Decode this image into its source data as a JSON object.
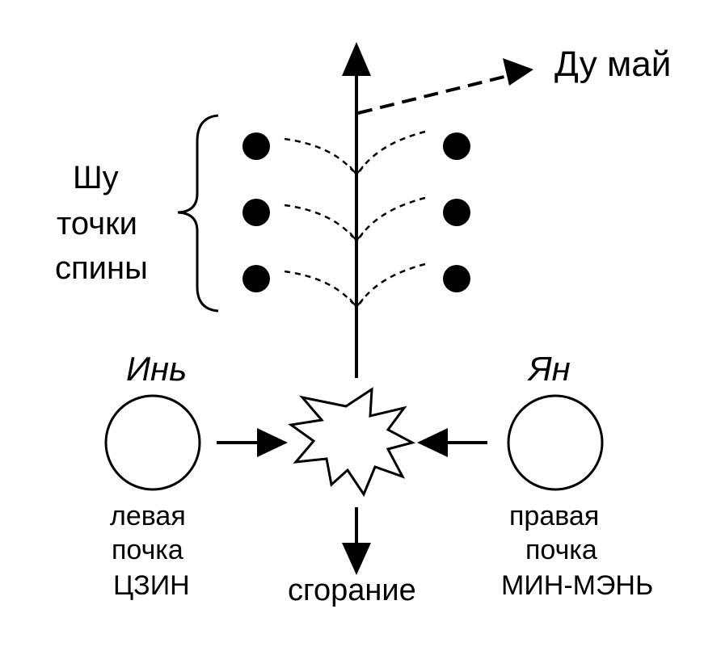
{
  "colors": {
    "ink": "#000000",
    "background": "#ffffff"
  },
  "labels": {
    "du_mai": "Ду май",
    "shu_line1": "Шу",
    "shu_line2": "точки",
    "shu_line3": "спины",
    "yin": "Инь",
    "yang": "Ян",
    "left_kidney_line1": "левая",
    "left_kidney_line2": "почка",
    "left_kidney_line3": "ЦЗИН",
    "right_kidney_line1": "правая",
    "right_kidney_line2": "почка",
    "right_kidney_line3": "МИН-МЭНЬ",
    "combustion": "сгорание"
  }
}
